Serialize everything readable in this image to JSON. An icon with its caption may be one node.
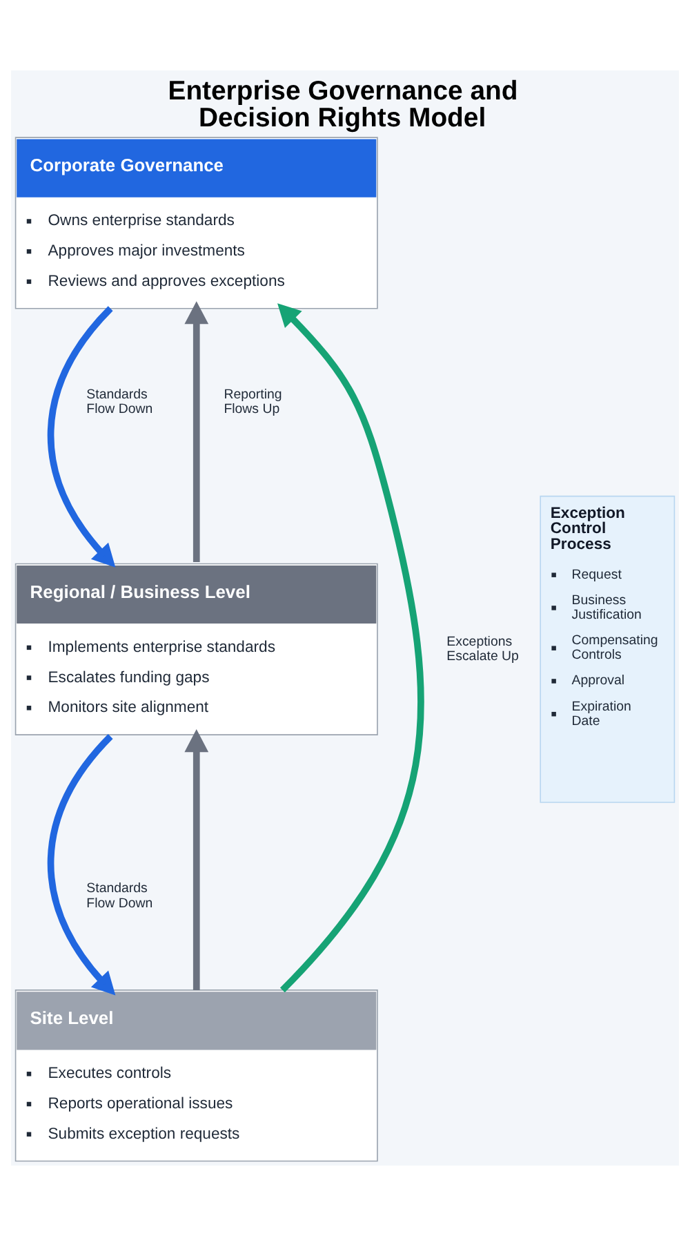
{
  "diagram": {
    "title": "Enterprise Governance and Decision Rights Model",
    "nodes": [
      {
        "text": [
          "Corporate Governance",
          "Owns enterprise standards",
          "Approves major investments",
          "Reviews and approves exceptions"
        ]
      },
      {
        "text": [
          "Regional / Business Level",
          "Implements enterprise standards",
          "Escalates funding gaps",
          "Monitors site alignment"
        ]
      },
      {
        "text": [
          "Site Level",
          "Executes controls",
          "Reports operational issues",
          "Submits exception requests"
        ]
      },
      {
        "text": [
          "Exception Control Process",
          "Request",
          "Business Justification",
          "Compensating Controls",
          "Approval",
          "Expiration Date"
        ]
      }
    ],
    "edges": [
      {
        "from": 0,
        "to": 1,
        "arrow": "to",
        "label": "Standards Flow Down",
        "color": "#2167e0"
      },
      {
        "from": 1,
        "to": 0,
        "arrow": "to",
        "label": "Reporting Flows Up",
        "color": "#6b7280"
      },
      {
        "from": 1,
        "to": 2,
        "arrow": "to",
        "label": "Standards Flow Down",
        "color": "#2167e0"
      },
      {
        "from": 2,
        "to": 1,
        "arrow": "to",
        "color": "#6b7280"
      },
      {
        "from": 2,
        "to": 0,
        "arrow": "to",
        "label": "Exceptions Escalate Up",
        "color": "#16a375"
      }
    ]
  }
}
